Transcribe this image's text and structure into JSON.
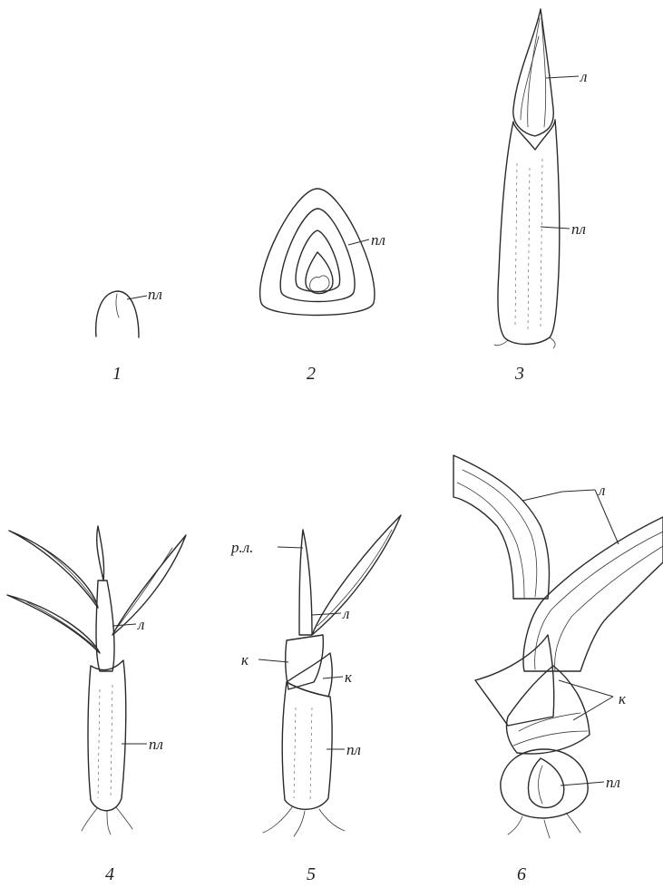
{
  "figures": [
    {
      "number": "1",
      "labels": [
        "пл"
      ]
    },
    {
      "number": "2",
      "labels": [
        "пл"
      ]
    },
    {
      "number": "3",
      "labels": [
        "л",
        "пл"
      ]
    },
    {
      "number": "4",
      "labels": [
        "л",
        "пл"
      ]
    },
    {
      "number": "5",
      "labels": [
        "р.л.",
        "л",
        "к",
        "к",
        "пл"
      ]
    },
    {
      "number": "6",
      "labels": [
        "л",
        "к",
        "пл"
      ]
    }
  ],
  "colors": {
    "ink": "#2a2a2a",
    "paper": "#ffffff"
  }
}
